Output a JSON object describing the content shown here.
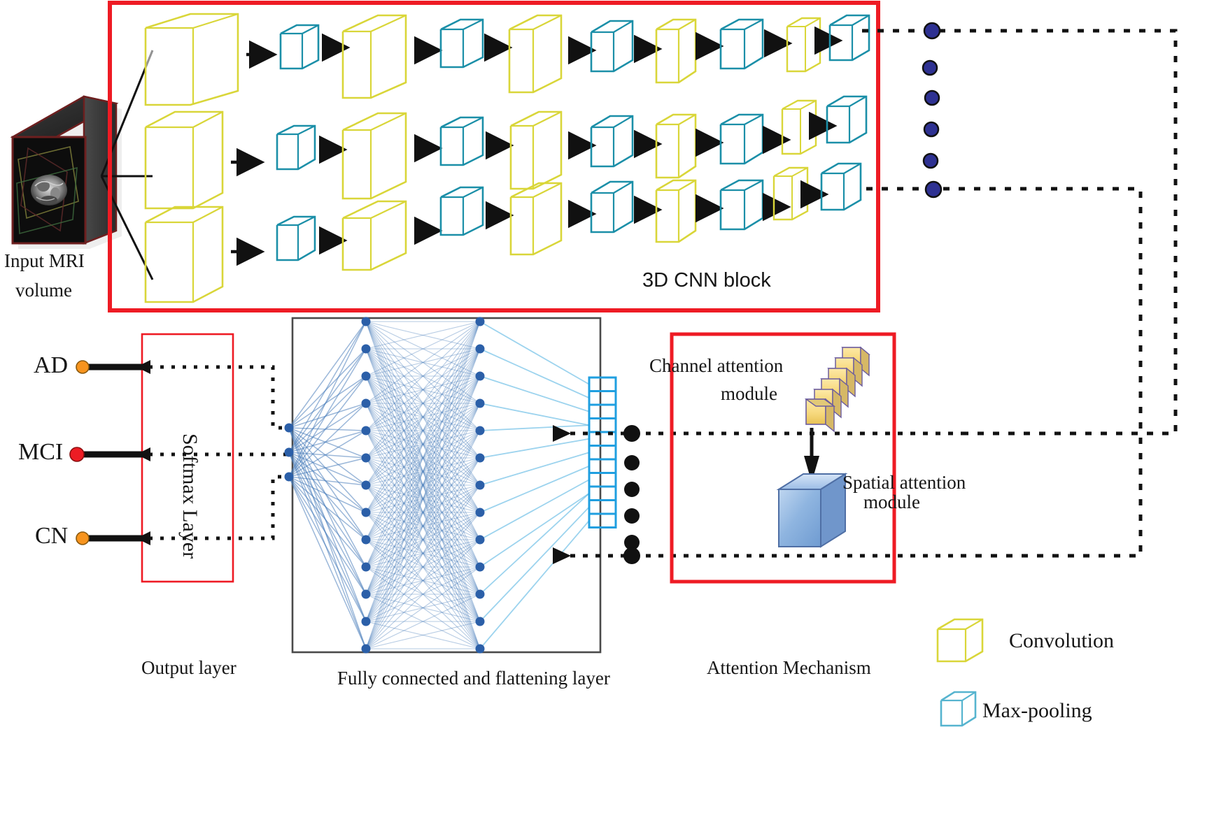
{
  "figure": {
    "title_label": "3D CNN block",
    "input_label_line1": "Input MRI",
    "input_label_line2": "volume"
  },
  "cnn_block": {
    "label": "3D CNN block",
    "border_color": "#ee1b24",
    "conv_color": "#d9d639",
    "pool_color": "#1b8fa8",
    "rows": [
      {
        "row_index": 1,
        "sequence": [
          {
            "type": "convolution",
            "size": "large"
          },
          {
            "type": "max-pooling",
            "size": "small"
          },
          {
            "type": "convolution",
            "size": "large"
          },
          {
            "type": "max-pooling",
            "size": "medium"
          },
          {
            "type": "convolution",
            "size": "medium"
          },
          {
            "type": "max-pooling",
            "size": "medium"
          },
          {
            "type": "convolution",
            "size": "small"
          },
          {
            "type": "max-pooling",
            "size": "medium"
          },
          {
            "type": "convolution",
            "size": "small"
          },
          {
            "type": "max-pooling",
            "size": "medium"
          }
        ]
      },
      {
        "row_index": 2,
        "sequence": [
          {
            "type": "convolution",
            "size": "large"
          },
          {
            "type": "max-pooling",
            "size": "small"
          },
          {
            "type": "convolution",
            "size": "large"
          },
          {
            "type": "max-pooling",
            "size": "medium"
          },
          {
            "type": "convolution",
            "size": "medium"
          },
          {
            "type": "max-pooling",
            "size": "medium"
          },
          {
            "type": "convolution",
            "size": "small"
          },
          {
            "type": "max-pooling",
            "size": "medium"
          },
          {
            "type": "convolution",
            "size": "small"
          },
          {
            "type": "max-pooling",
            "size": "medium"
          }
        ]
      },
      {
        "row_index": 3,
        "sequence": [
          {
            "type": "convolution",
            "size": "large"
          },
          {
            "type": "max-pooling",
            "size": "small"
          },
          {
            "type": "convolution",
            "size": "large"
          },
          {
            "type": "max-pooling",
            "size": "medium"
          },
          {
            "type": "convolution",
            "size": "medium"
          },
          {
            "type": "max-pooling",
            "size": "medium"
          },
          {
            "type": "convolution",
            "size": "small"
          },
          {
            "type": "max-pooling",
            "size": "medium"
          },
          {
            "type": "convolution",
            "size": "small"
          },
          {
            "type": "max-pooling",
            "size": "medium"
          }
        ]
      }
    ]
  },
  "feature_dots": {
    "count": 6,
    "color": "#2e3192",
    "note": "vertical column of blue feature nodes right of CNN block"
  },
  "output_layer": {
    "caption": "Output layer",
    "box_label": "Softmax Layer",
    "border_color": "#ee1b24",
    "classes": [
      {
        "label": "AD",
        "dot_color": "#f7941e"
      },
      {
        "label": "MCI",
        "dot_color": "#ed1c24"
      },
      {
        "label": "CN",
        "dot_color": "#f7941e"
      }
    ]
  },
  "fc_layer": {
    "caption": "Fully connected and flattening layer",
    "node_color": "#2b5fa8",
    "flatten_color": "#1f9fe0",
    "input_nodes": 3,
    "hidden1_nodes": 13,
    "hidden2_nodes": 13,
    "flatten_cells": 11
  },
  "attention": {
    "caption": "Attention Mechanism",
    "border_color": "#ee1b24",
    "channel_label_line1": "Channel attention",
    "channel_label_line2": "module",
    "spatial_label_line1": "Spatial attention",
    "spatial_label_line2": "module",
    "channel_color": "#f6d97a",
    "spatial_color": "#7fa8dc",
    "bus_dots": 6,
    "bus_dot_color": "#111111"
  },
  "legend": {
    "items": [
      {
        "label": "Convolution",
        "color": "#d9d639",
        "glyph": "wire-cube-icon"
      },
      {
        "label": "Max-pooling",
        "color": "#56b4cf",
        "glyph": "wire-cube-icon"
      }
    ]
  }
}
